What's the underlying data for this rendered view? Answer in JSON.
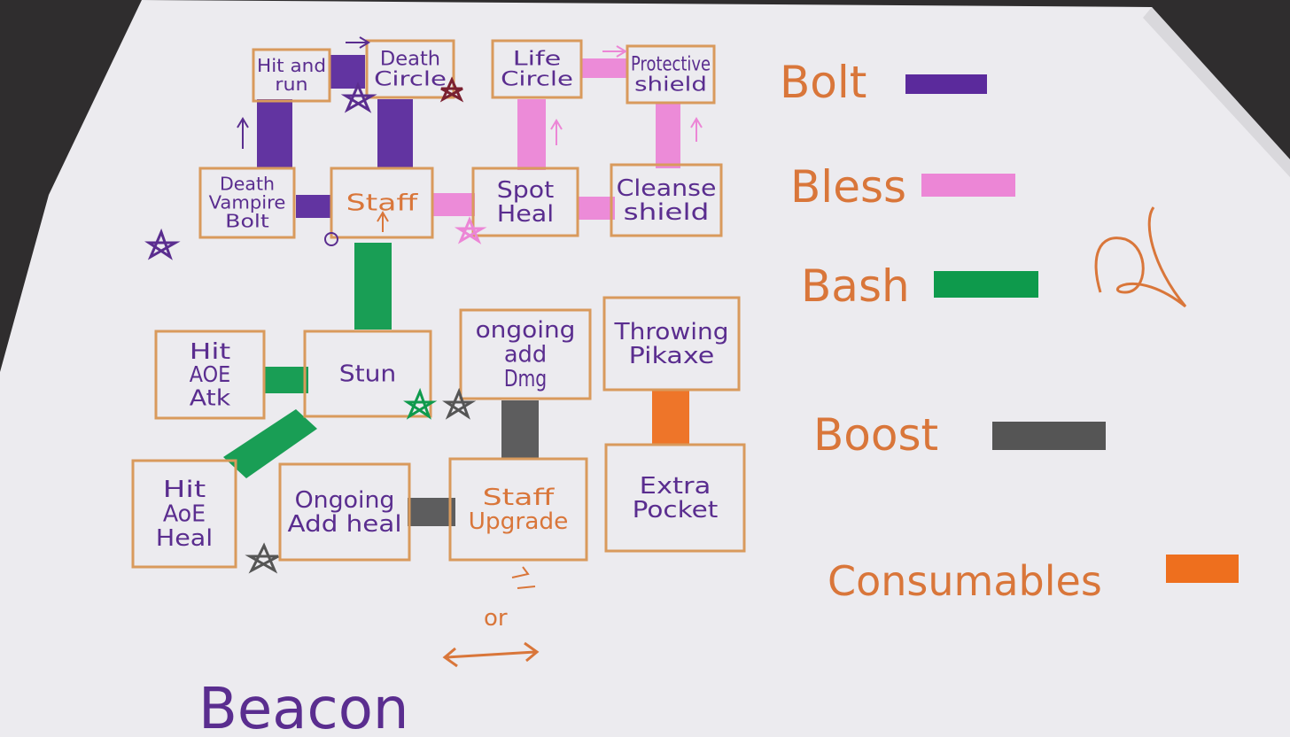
{
  "colors": {
    "paper": "#ecebef",
    "box_outline": "#d99a5c",
    "purple_ink": "#5a2d8f",
    "orange_ink": "#d9763a",
    "bolt": "#5b2a9c",
    "bless": "#ec86d6",
    "bash": "#0e9a4c",
    "boost": "#555555",
    "consumables": "#ee6f1e",
    "background": "#2f2d2e"
  },
  "nodes": [
    {
      "id": "hit-and-run",
      "lines": [
        "Hit and",
        "run"
      ]
    },
    {
      "id": "death-circle",
      "lines": [
        "Death",
        "Circle"
      ]
    },
    {
      "id": "life-circle",
      "lines": [
        "Life",
        "Circle"
      ]
    },
    {
      "id": "protective-shield",
      "lines": [
        "Protective",
        "shield"
      ]
    },
    {
      "id": "death-vampire-bolt",
      "lines": [
        "Death",
        "Vampire",
        "Bolt"
      ]
    },
    {
      "id": "staff",
      "lines": [
        "Staff"
      ]
    },
    {
      "id": "spot-heal",
      "lines": [
        "Spot",
        "Heal"
      ]
    },
    {
      "id": "cleanse-shield",
      "lines": [
        "Cleanse",
        "shield"
      ]
    },
    {
      "id": "hit-aoe-atk",
      "lines": [
        "Hit",
        "AOE",
        "Atk"
      ]
    },
    {
      "id": "stun",
      "lines": [
        "Stun"
      ]
    },
    {
      "id": "ongoing-add-dmg",
      "lines": [
        "ongoing",
        "add",
        "Dmg"
      ]
    },
    {
      "id": "throwing-pickaxe",
      "lines": [
        "Throwing",
        "Pikaxe"
      ]
    },
    {
      "id": "hit-aoe-heal",
      "lines": [
        "Hit",
        "AoE",
        "Heal"
      ]
    },
    {
      "id": "ongoing-add-heal",
      "lines": [
        "Ongoing",
        "Add heal"
      ]
    },
    {
      "id": "staff-upgrade",
      "lines": [
        "Staff",
        "Upgrade"
      ]
    },
    {
      "id": "extra-pocket",
      "lines": [
        "Extra",
        "Pocket"
      ]
    }
  ],
  "legend": [
    {
      "label": "Bolt",
      "color": "#5b2a9c"
    },
    {
      "label": "Bless",
      "color": "#ec86d6"
    },
    {
      "label": "Bash",
      "color": "#0e9a4c"
    },
    {
      "label": "Boost",
      "color": "#555555"
    },
    {
      "label": "Consumables",
      "color": "#ee6f1e"
    }
  ],
  "or_label": "or",
  "signature_text": "Beacon"
}
